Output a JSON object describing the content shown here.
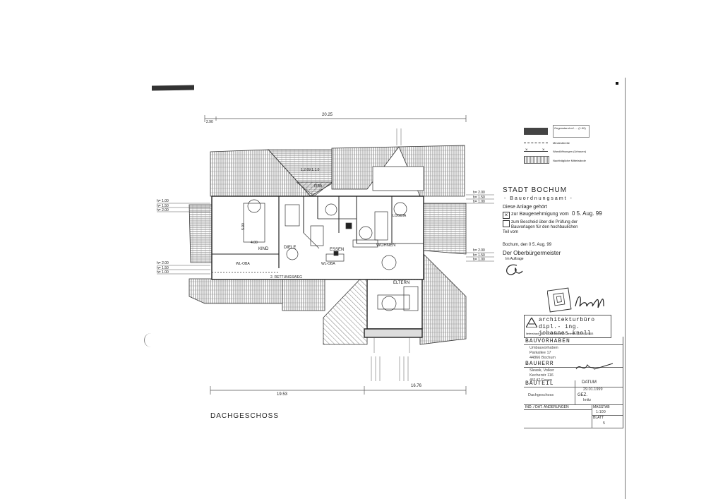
{
  "drawing": {
    "title": "DACHGESCHOSS",
    "dim_top_total": "20.25",
    "dim_top_left": "2.90",
    "dim_bottom_left": "19.53",
    "dim_bottom_right": "16.76",
    "dim_side": "5.90",
    "ridge_label": "1.2.69.1.1.0",
    "roof_label": "FIRA",
    "rooms": {
      "kind": "KIND",
      "diele": "DIELE",
      "essen": "ESSEN",
      "wohnen": "WOHNEN",
      "eltern": "ELTERN",
      "loggia": "LOGGIA",
      "rettungsweg": "2. RETTUNGSWEG",
      "wc_1": "WL-OBA",
      "wc_2": "WL-OBA",
      "kind_width": "4.00"
    },
    "level_marks_left": [
      "h= 1.00",
      "h= 1.50",
      "h= 2.00",
      "h= 2.00",
      "h= 1.50",
      "h= 1.00"
    ],
    "level_marks_right": [
      "h= 2.00",
      "h= 1.50",
      "h= 1.00",
      "h= 2.00",
      "h= 1.50",
      "h= 1.00"
    ]
  },
  "legend": {
    "items": [
      "Gegenstand erf. ... (1.90)",
      "Mindestbreite",
      "Wandöffnungen (Urbauen)",
      "Nachträgliche Mittelwände"
    ]
  },
  "stamp": {
    "city": "STADT BOCHUM",
    "office": "- Bauordnungsamt -",
    "line1": "Diese Anlage gehört",
    "line2": "zur Baugenehmigung vom",
    "date1": "0 5. Aug. 99",
    "line3": "zum Bescheid über die Prüfung der",
    "line4": "Bauvorlagen für den hochbaulichen",
    "line5": "Teil vom",
    "place_date": "Bochum, den  0 5. Aug. 99",
    "authority": "Der Oberbürgermeister",
    "by_order": "Im Auftrage"
  },
  "title_block": {
    "firm_line1": "architekturbüro",
    "firm_line2": "dipl.- ing. johannes knoll",
    "firm_address": "lietersbach 31 · 44799 bochum · telefon (0234) 18853",
    "bauvorhaben_header": "BAUVORHABEN",
    "bauvorhaben_lines": [
      "Umbauvorhaben",
      "Parkallee 17",
      "44866 Bochum"
    ],
    "bauherr_header": "BAUHERR",
    "bauherr_lines": [
      "Sleask, Volker",
      "Kecherstr 116",
      "45147 Essen"
    ],
    "bauteil_header": "BAUTEIL",
    "bauteil_value": "Dachgeschoss",
    "datum_label": "DATUM",
    "datum_value": "29.01.1999",
    "gez_label": "GEZ.",
    "gez_value": "knitz",
    "aenderungen_label": "IND. / DAT.  ÄNDERUNGEN",
    "massstab_label": "MASSTAB",
    "massstab_value": "1:100",
    "blatt_label": "BLATT",
    "blatt_value": "5"
  }
}
